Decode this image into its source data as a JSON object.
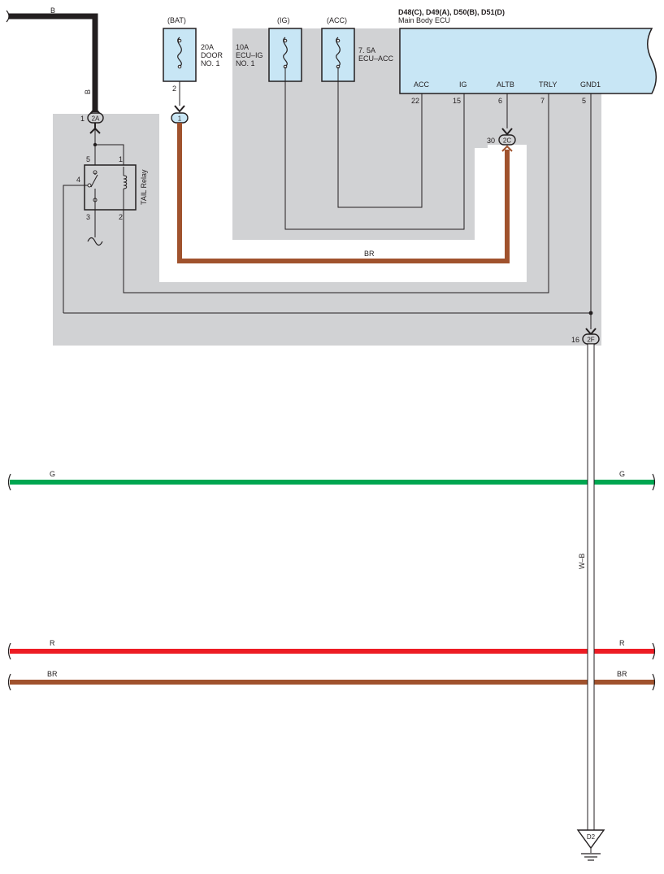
{
  "ecu": {
    "title": "D48(C), D49(A), D50(B), D51(D)",
    "subtitle": "Main Body ECU",
    "terminals": [
      {
        "name": "ACC",
        "pin": "22"
      },
      {
        "name": "IG",
        "pin": "15"
      },
      {
        "name": "ALTB",
        "pin": "6"
      },
      {
        "name": "TRLY",
        "pin": "7"
      },
      {
        "name": "GND1",
        "pin": "5"
      }
    ]
  },
  "fuses": [
    {
      "source": "",
      "line1": "20A",
      "line2": "DOOR",
      "line3": "NO. 1"
    },
    {
      "source": "(IG)",
      "line1": "10A",
      "line2": "ECU–IG",
      "line3": "NO. 1"
    },
    {
      "source": "(ACC)",
      "line1": "7. 5A",
      "line2": "ECU–ACC",
      "line3": ""
    }
  ],
  "bat_label": "(BAT)",
  "bat_fuse_pin": "2",
  "relay": {
    "name": "TAIL Relay",
    "pins": {
      "p1": "1",
      "p2": "2",
      "p3": "3",
      "p4": "4",
      "p5": "5"
    }
  },
  "connectors": {
    "c2a": {
      "id": "2A",
      "pin": "1"
    },
    "c1": {
      "id": "1"
    },
    "c2c": {
      "id": "2C",
      "pin": "30"
    },
    "c2f": {
      "id": "2F",
      "pin": "16"
    },
    "ground": {
      "id": "D2"
    }
  },
  "wires": {
    "b_top": "B",
    "b_vert": "B",
    "br_mid": "BR",
    "wb": "W–B",
    "g_left": "G",
    "g_right": "G",
    "r_left": "R",
    "r_right": "R",
    "br_left": "BR",
    "br_right": "BR"
  },
  "colors": {
    "black_wire": "#231f20",
    "brown_wire": "#a0522d",
    "green_wire": "#00a651",
    "red_wire": "#ed1c24",
    "gray_area": "#d1d2d4",
    "fuse_fill": "#c8e6f5",
    "ecu_fill": "#c8e6f5"
  }
}
